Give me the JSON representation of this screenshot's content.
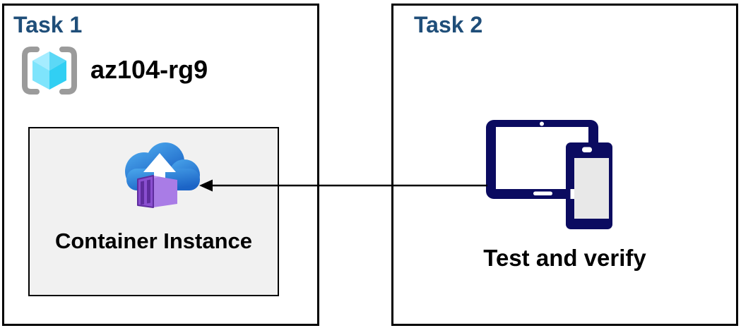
{
  "task1": {
    "title": "Task 1",
    "resource_group": "az104-rg9",
    "container_instance_label": "Container Instance"
  },
  "task2": {
    "title": "Task 2",
    "caption": "Test and verify"
  },
  "colors": {
    "task_title_blue": "#1F4E79",
    "border_black": "#000000",
    "container_box_bg": "#F1F1F1",
    "device_navy": "#0B0B60",
    "phone_screen_gray": "#E8E8E8",
    "cloud_blue_top": "#4BA7EC",
    "cloud_blue_bottom": "#1C64C6",
    "arrow_white": "#FFFFFF",
    "container_purple_front": "#8A4FD0",
    "container_purple_side": "#A97CE6",
    "container_purple_top": "#BD93F0",
    "container_purple_stripe": "#5E2C9E",
    "cube_cyan_lightest": "#A5ECFF",
    "cube_cyan_light": "#7EE4FC",
    "cube_cyan_medium": "#5CD8F6",
    "cube_cyan_dark": "#31CFF3",
    "bracket_gray": "#9B9B9B"
  },
  "icons": {
    "resource_group": "resource-group-icon",
    "container_instances": "container-instances-icon",
    "devices": "devices-icon",
    "arrow": "arrow-left-icon"
  }
}
